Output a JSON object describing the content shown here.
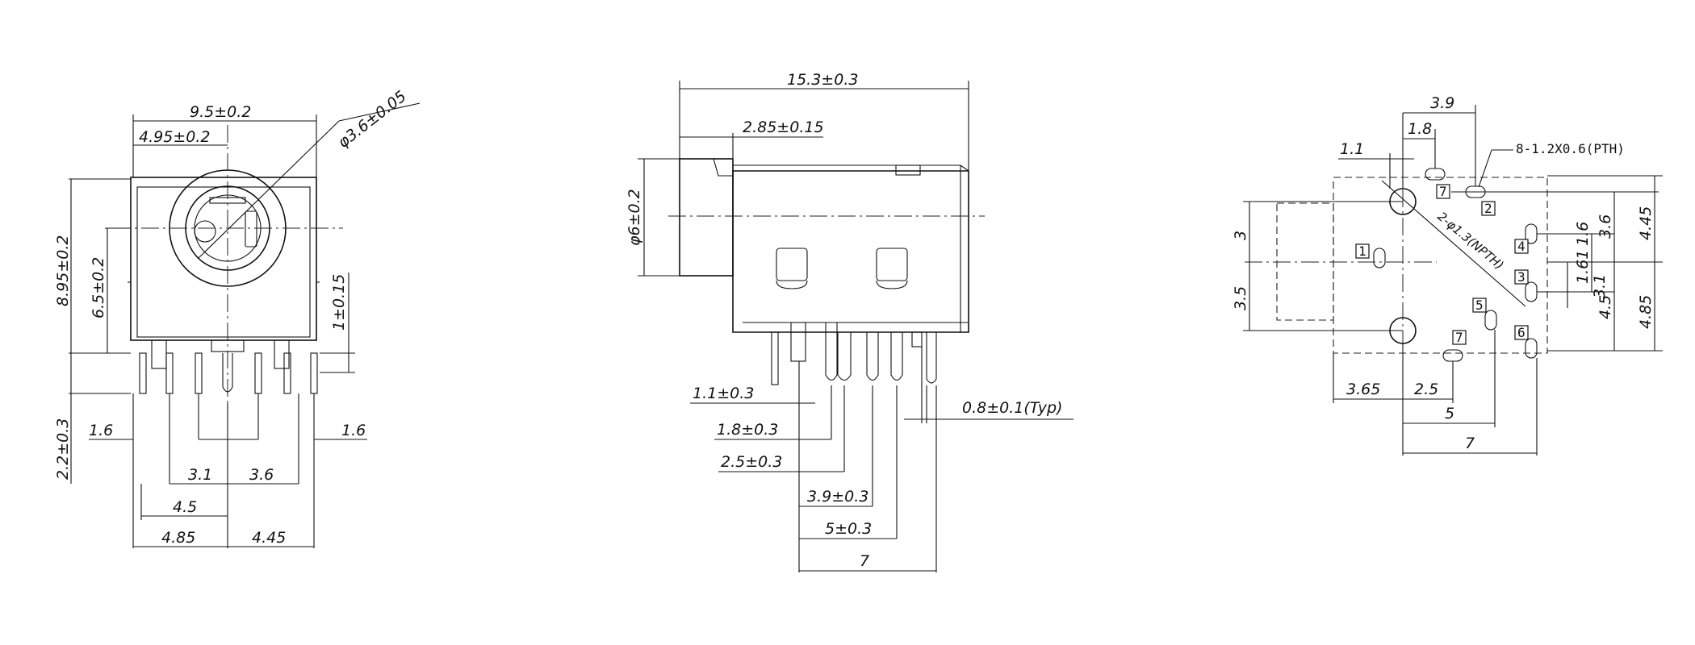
{
  "front_view": {
    "dims": {
      "width": "9.5±0.2",
      "center_offset": "4.95±0.2",
      "hole_dia": "φ3.6±0.05",
      "height": "8.95±0.2",
      "center_height": "6.5±0.2",
      "pin_step": "1±0.15",
      "pin_length": "2.2±0.3",
      "left_edge": "1.6",
      "right_edge": "1.6",
      "d31": "3.1",
      "d36": "3.6",
      "d45": "4.5",
      "d485": "4.85",
      "d445": "4.45"
    }
  },
  "side_view": {
    "dims": {
      "length": "15.3±0.3",
      "nose": "2.85±0.15",
      "nose_dia": "φ6±0.2",
      "p11": "1.1±0.3",
      "p18": "1.8±0.3",
      "p25": "2.5±0.3",
      "p39": "3.9±0.3",
      "p5": "5±0.3",
      "p7": "7",
      "pin_width": "0.8±0.1(Typ)"
    }
  },
  "pcb_view": {
    "dims": {
      "top39": "3.9",
      "top18": "1.8",
      "top11": "1.1",
      "pth_note": "8-1.2X0.6(PTH)",
      "npth_note": "2-φ1.3(NPTH)",
      "left3": "3",
      "left35": "3.5",
      "r445": "4.45",
      "r36": "3.6",
      "r16": "1.6",
      "r161": "1.61",
      "r31": "3.1",
      "r45": "4.5",
      "r485": "4.85",
      "b365": "3.65",
      "b25": "2.5",
      "b5": "5",
      "b7": "7"
    },
    "pad_labels": [
      "7",
      "2",
      "4",
      "1",
      "3",
      "5",
      "6",
      "7"
    ]
  }
}
